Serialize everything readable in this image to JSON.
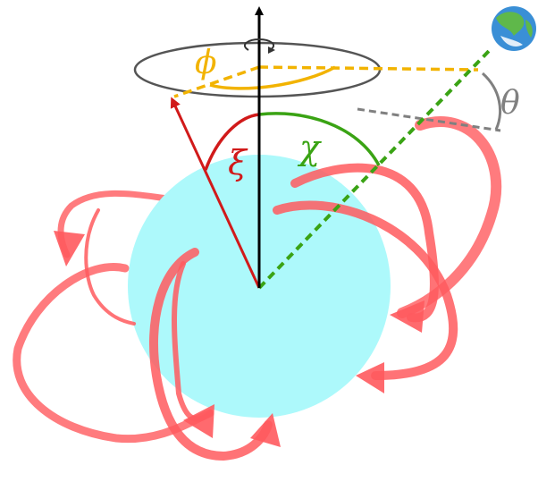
{
  "diagram": {
    "labels": {
      "phi": "ϕ",
      "theta": "θ",
      "xi": "ξ",
      "chi": "χ"
    },
    "colors": {
      "star": "#adf9fb",
      "field_lines": "#ff5a5e",
      "rotation_axis": "#000000",
      "magnetic_axis": "#d11a1a",
      "line_of_sight": "#3aa314",
      "projection": "#f2b300",
      "inclination_ref": "#808080",
      "spin_ring": "#555555"
    },
    "icons": {
      "observer": "earth-icon",
      "spin": "rotation-arrow-icon"
    }
  }
}
